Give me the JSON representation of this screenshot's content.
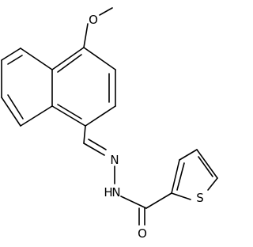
{
  "structure": {
    "atoms": {
      "methoxy_o": "O",
      "imine_n": "N",
      "amide_n": "N",
      "amide_h": "H",
      "carbonyl_o": "O",
      "thiophene_s": "S"
    }
  }
}
